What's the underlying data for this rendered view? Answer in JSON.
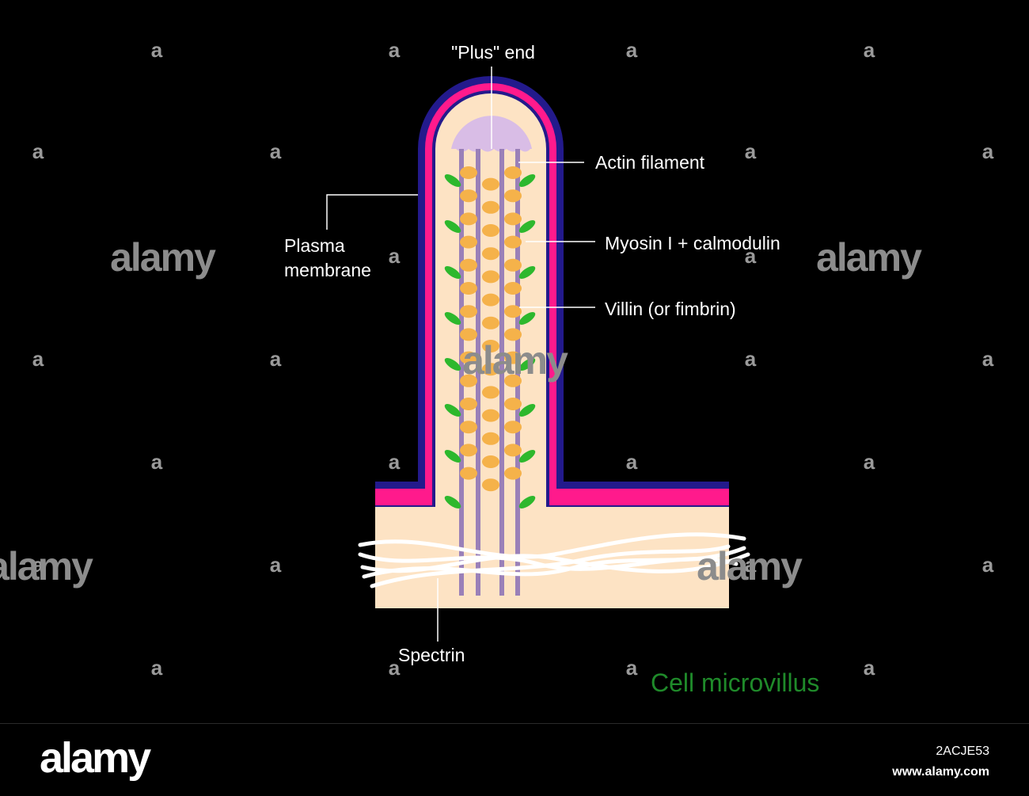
{
  "diagram": {
    "title": "Cell microvillus",
    "labels": {
      "plus_end": "\"Plus\" end",
      "actin_filament": "Actin filament",
      "plasma_membrane_line1": "Plasma",
      "plasma_membrane_line2": "membrane",
      "myosin": "Myosin I + calmodulin",
      "villin": "Villin (or fimbrin)",
      "spectrin": "Spectrin"
    }
  },
  "colors": {
    "outer_membrane": "#231a8c",
    "inner_membrane": "#ff1a8c",
    "cytoplasm": "#fde3c4",
    "cap": "#d9bde6",
    "actin": "#9a80b8",
    "villin": "#f5b24a",
    "myosin": "#2db82d",
    "title": "#1f8a2a"
  },
  "watermark": {
    "small": "a",
    "large": "alamy"
  },
  "footer": {
    "logo": "alamy",
    "image_id": "2ACJE53",
    "url": "www.alamy.com"
  }
}
